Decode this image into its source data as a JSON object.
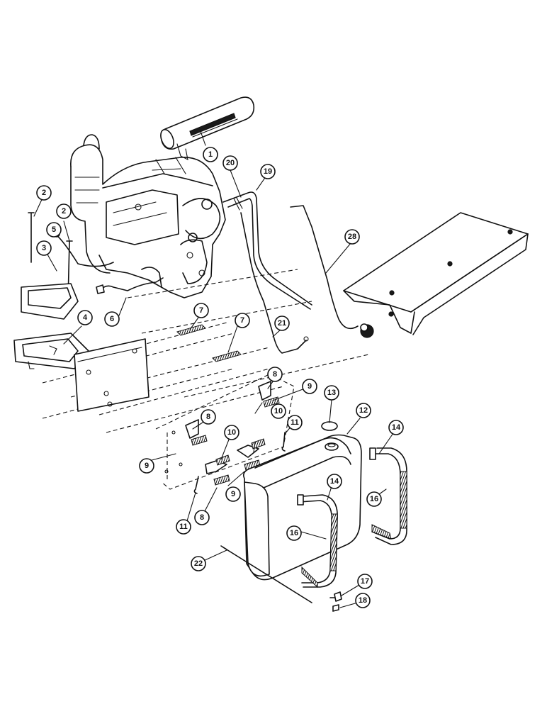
{
  "callouts": [
    {
      "id": "c1",
      "label": "1",
      "target": "muffler"
    },
    {
      "id": "c20",
      "label": "20",
      "target": "clamp"
    },
    {
      "id": "c19",
      "label": "19",
      "target": "exhaust-pipe"
    },
    {
      "id": "c2a",
      "label": "2",
      "target": "stud"
    },
    {
      "id": "c2b",
      "label": "2",
      "target": "stud"
    },
    {
      "id": "c5",
      "label": "5",
      "target": "connector"
    },
    {
      "id": "c3",
      "label": "3",
      "target": "battery-hold-down"
    },
    {
      "id": "c4",
      "label": "4",
      "target": "battery-tray"
    },
    {
      "id": "c6",
      "label": "6",
      "target": "cable"
    },
    {
      "id": "c7a",
      "label": "7",
      "target": "pad"
    },
    {
      "id": "c7b",
      "label": "7",
      "target": "pad"
    },
    {
      "id": "c21",
      "label": "21",
      "target": "fuel-line"
    },
    {
      "id": "c28",
      "label": "28",
      "target": "shut-off-cable"
    },
    {
      "id": "c8a",
      "label": "8",
      "target": "bracket"
    },
    {
      "id": "c9a",
      "label": "9",
      "target": "pad"
    },
    {
      "id": "c13",
      "label": "13",
      "target": "fuel-cap"
    },
    {
      "id": "c12",
      "label": "12",
      "target": "fuel-tank"
    },
    {
      "id": "c14a",
      "label": "14",
      "target": "strap"
    },
    {
      "id": "c8b",
      "label": "8",
      "target": "bracket"
    },
    {
      "id": "c10a",
      "label": "10",
      "target": "pad"
    },
    {
      "id": "c11a",
      "label": "11",
      "target": "pin"
    },
    {
      "id": "c10b",
      "label": "10",
      "target": "pad"
    },
    {
      "id": "c9b",
      "label": "9",
      "target": "pad"
    },
    {
      "id": "c16a",
      "label": "16",
      "target": "strap-pad"
    },
    {
      "id": "c14b",
      "label": "14",
      "target": "strap"
    },
    {
      "id": "c9c",
      "label": "9",
      "target": "pad"
    },
    {
      "id": "c16b",
      "label": "16",
      "target": "strap-pad"
    },
    {
      "id": "c11b",
      "label": "11",
      "target": "pin"
    },
    {
      "id": "c8c",
      "label": "8",
      "target": "pad"
    },
    {
      "id": "c22",
      "label": "22",
      "target": "rod"
    },
    {
      "id": "c17",
      "label": "17",
      "target": "fitting"
    },
    {
      "id": "c18",
      "label": "18",
      "target": "clip"
    }
  ],
  "colors": {
    "ink": "#111111",
    "paper": "#ffffff"
  }
}
